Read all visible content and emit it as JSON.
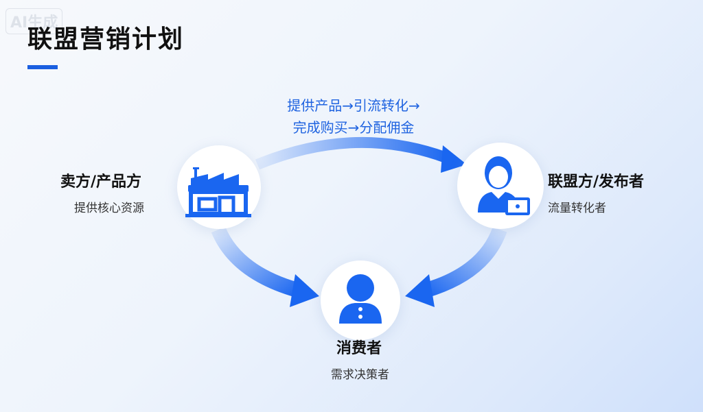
{
  "watermark": "AI生成",
  "title": "联盟营销计划",
  "flow_text": {
    "line1": "提供产品→引流转化→",
    "line2": "完成购买→分配佣金"
  },
  "nodes": {
    "seller": {
      "title": "卖方/产品方",
      "subtitle": "提供核心资源",
      "icon": "factory-icon"
    },
    "affiliate": {
      "title": "联盟方/发布者",
      "subtitle": "流量转化者",
      "icon": "person-laptop-icon"
    },
    "consumer": {
      "title": "消费者",
      "subtitle": "需求决策者",
      "icon": "person-icon"
    }
  },
  "colors": {
    "accent": "#1a5fe0",
    "icon": "#1a66f0"
  }
}
